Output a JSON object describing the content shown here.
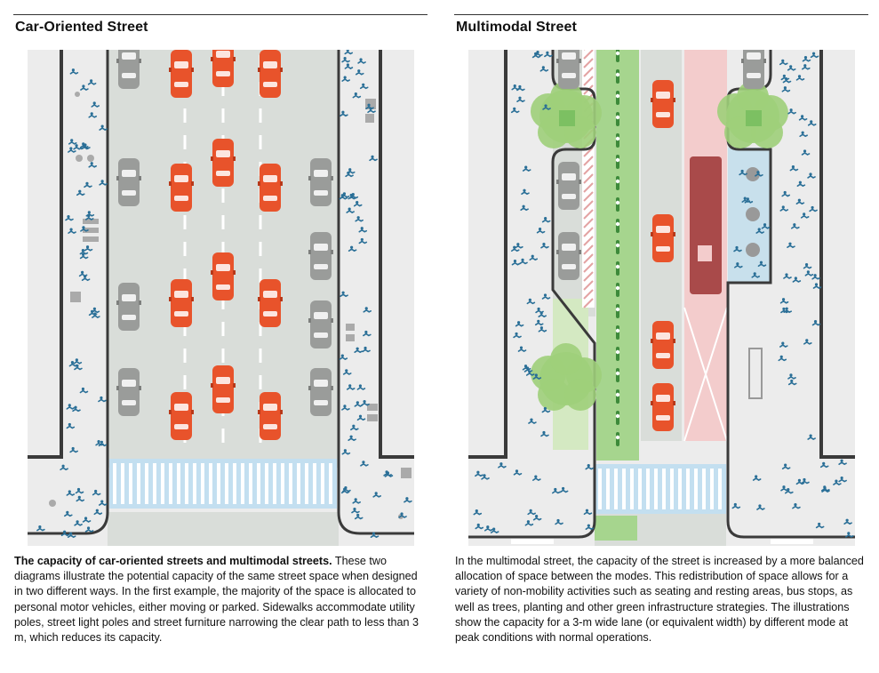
{
  "left_panel": {
    "title": "Car-Oriented Street",
    "caption_lead": "The capacity of car-oriented streets and multimodal streets.",
    "caption_body": "These two diagrams illustrate the potential capacity of the same street space when designed in two different ways. In the first example, the majority of the space is allocated to personal motor vehicles, either moving or parked. Sidewalks accommodate utility poles, street light poles and street furniture narrowing the clear path to less than 3 m, which reduces its capacity."
  },
  "right_panel": {
    "title": "Multimodal Street",
    "caption_body": "In the multimodal street, the capacity of the street is increased by a more balanced allocation of space between the modes. This redistribution of space allows for a variety of non-mobility activities such as seating and resting areas, bus stops, as well as trees, planting and other green infrastructure strategies. The illustrations show the capacity for a 3-m wide lane (or equivalent width) by different mode at peak conditions with normal operations."
  },
  "colors": {
    "sidewalk": "#ececec",
    "roadway": "#d9ddd9",
    "curb": "#3a3a3a",
    "moving_car": "#e8532b",
    "parked_car": "#9a9c9a",
    "pedestrian": "#2a6f97",
    "crosswalk": "#c3dff0",
    "bike_lane": "#a6d58e",
    "bus_lane": "#f3cccc",
    "bus": "#a94a4a",
    "tree": "#9fcf7a",
    "bus_stop": "#c8e0ec"
  }
}
